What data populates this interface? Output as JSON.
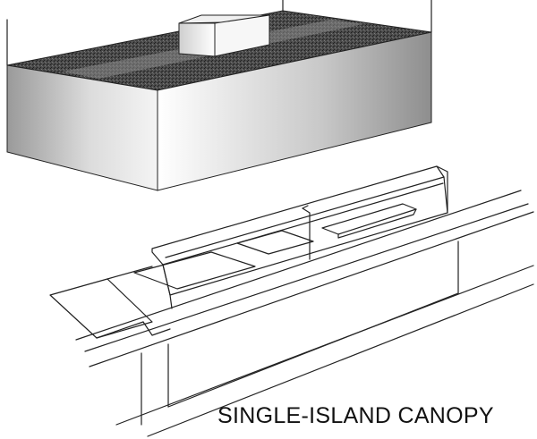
{
  "caption": "SINGLE-ISLAND CANOPY",
  "colors": {
    "roof_texture": "#3a3a3a",
    "fascia_light": "#ffffff",
    "fascia_dark": "#8c8c8c",
    "outline": "#222222"
  },
  "icons": [
    "canopy-3d-model",
    "canopy-island-outline"
  ]
}
